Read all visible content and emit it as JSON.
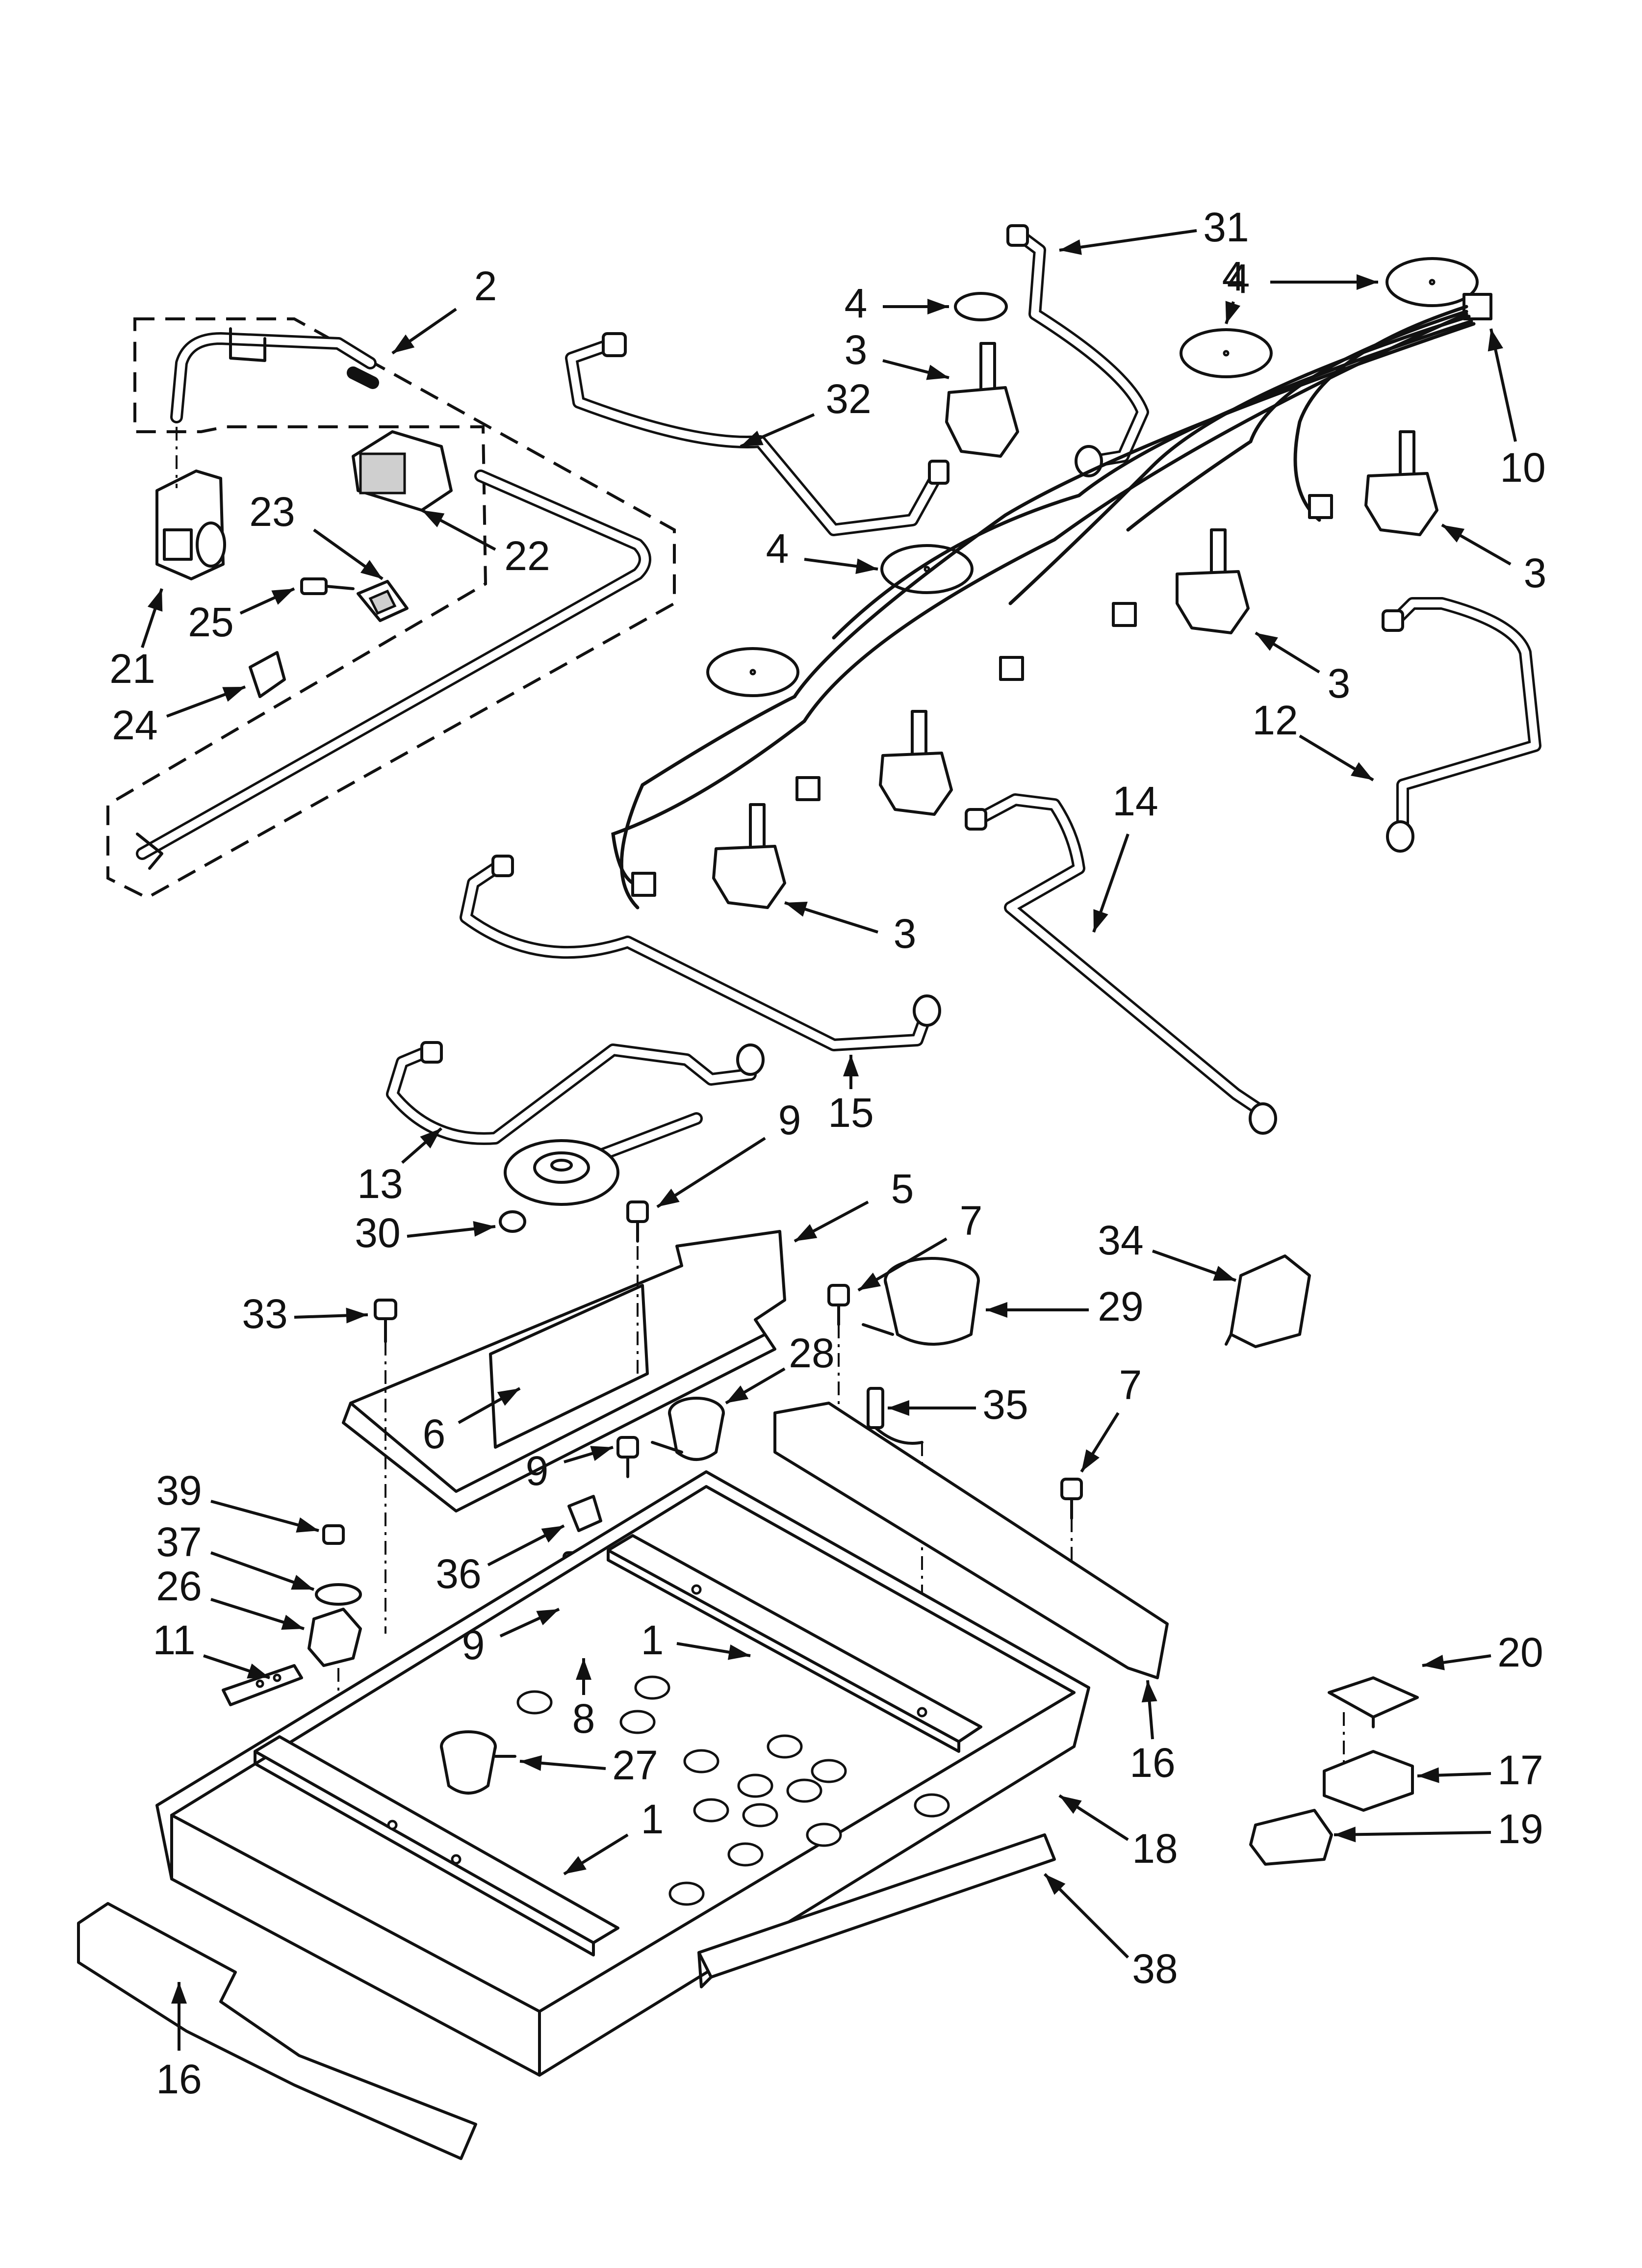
{
  "diagram": {
    "callouts": [
      {
        "id": "c-2",
        "label": "2"
      },
      {
        "id": "c-31",
        "label": "31"
      },
      {
        "id": "c-4a",
        "label": "4"
      },
      {
        "id": "c-4b",
        "label": "4"
      },
      {
        "id": "c-3a",
        "label": "3"
      },
      {
        "id": "c-32",
        "label": "32"
      },
      {
        "id": "c-23",
        "label": "23"
      },
      {
        "id": "c-22",
        "label": "22"
      },
      {
        "id": "c-25",
        "label": "25"
      },
      {
        "id": "c-21",
        "label": "21"
      },
      {
        "id": "c-24",
        "label": "24"
      },
      {
        "id": "c-10",
        "label": "10"
      },
      {
        "id": "c-3b",
        "label": "3"
      },
      {
        "id": "c-4c",
        "label": "4"
      },
      {
        "id": "c-4d",
        "label": "4"
      },
      {
        "id": "c-3c",
        "label": "3"
      },
      {
        "id": "c-12",
        "label": "12"
      },
      {
        "id": "c-14",
        "label": "14"
      },
      {
        "id": "c-3d",
        "label": "3"
      },
      {
        "id": "c-15",
        "label": "15"
      },
      {
        "id": "c-13",
        "label": "13"
      },
      {
        "id": "c-9a",
        "label": "9"
      },
      {
        "id": "c-30",
        "label": "30"
      },
      {
        "id": "c-5",
        "label": "5"
      },
      {
        "id": "c-7a",
        "label": "7"
      },
      {
        "id": "c-34",
        "label": "34"
      },
      {
        "id": "c-33",
        "label": "33"
      },
      {
        "id": "c-29",
        "label": "29"
      },
      {
        "id": "c-28",
        "label": "28"
      },
      {
        "id": "c-6",
        "label": "6"
      },
      {
        "id": "c-35",
        "label": "35"
      },
      {
        "id": "c-7b",
        "label": "7"
      },
      {
        "id": "c-39",
        "label": "39"
      },
      {
        "id": "c-9b",
        "label": "9"
      },
      {
        "id": "c-37",
        "label": "37"
      },
      {
        "id": "c-36",
        "label": "36"
      },
      {
        "id": "c-26",
        "label": "26"
      },
      {
        "id": "c-9c",
        "label": "9"
      },
      {
        "id": "c-1a",
        "label": "1"
      },
      {
        "id": "c-11",
        "label": "11"
      },
      {
        "id": "c-8",
        "label": "8"
      },
      {
        "id": "c-16a",
        "label": "16"
      },
      {
        "id": "c-20",
        "label": "20"
      },
      {
        "id": "c-17",
        "label": "17"
      },
      {
        "id": "c-27",
        "label": "27"
      },
      {
        "id": "c-19",
        "label": "19"
      },
      {
        "id": "c-1b",
        "label": "1"
      },
      {
        "id": "c-18",
        "label": "18"
      },
      {
        "id": "c-38",
        "label": "38"
      },
      {
        "id": "c-16b",
        "label": "16"
      }
    ]
  }
}
